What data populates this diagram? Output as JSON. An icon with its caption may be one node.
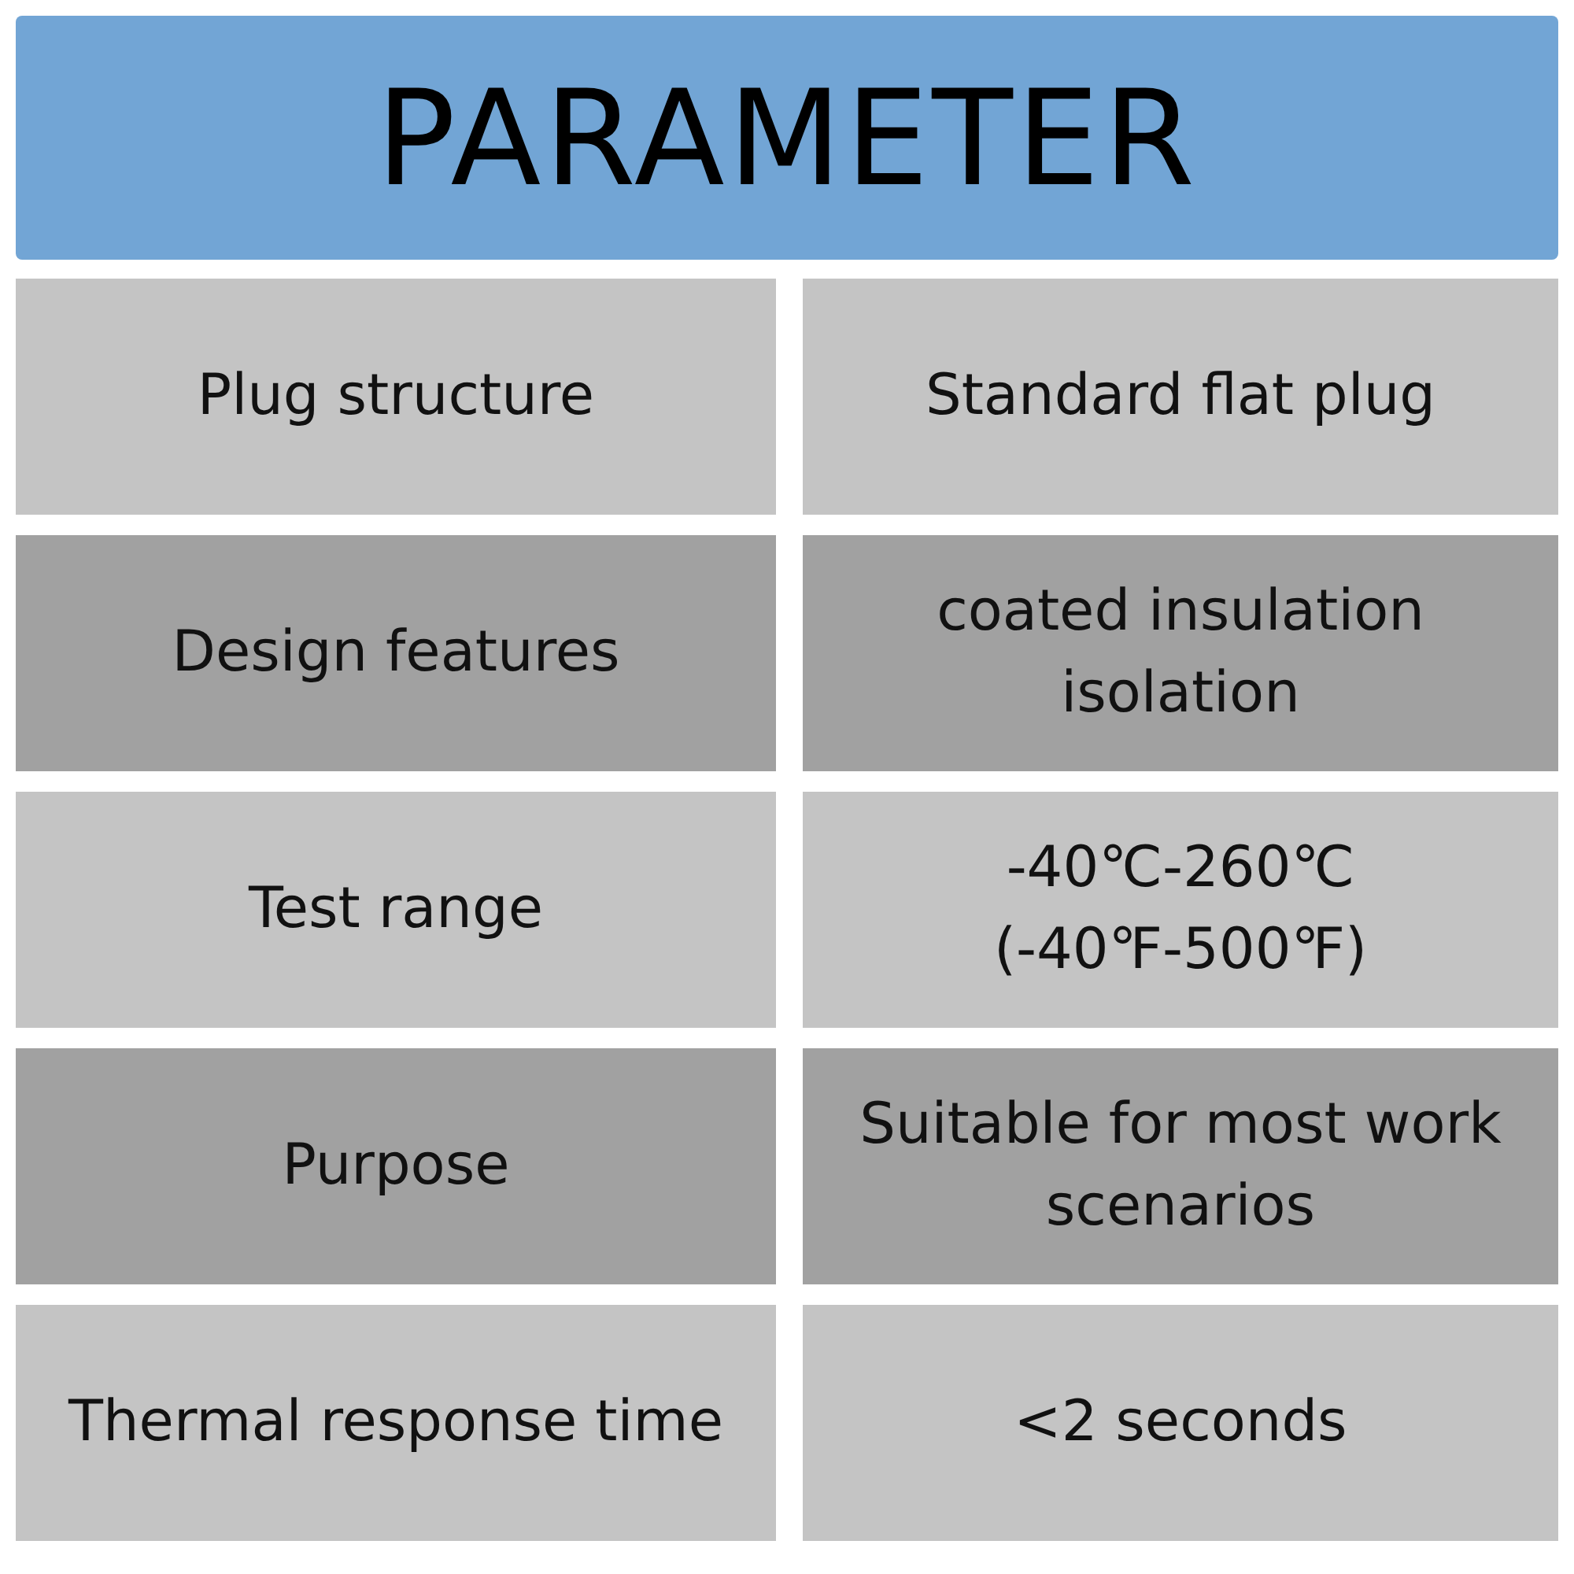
{
  "diagram": {
    "title": "PARAMETER",
    "labels": [
      "Plug structure",
      "Standard flat plug",
      "Design features",
      "coated insulation isolation",
      "Test range",
      "-40℃-260℃ (-40℉-500℉)",
      "Purpose",
      "Suitable for most work scenarios",
      "Thermal response time",
      "<2 seconds"
    ]
  }
}
